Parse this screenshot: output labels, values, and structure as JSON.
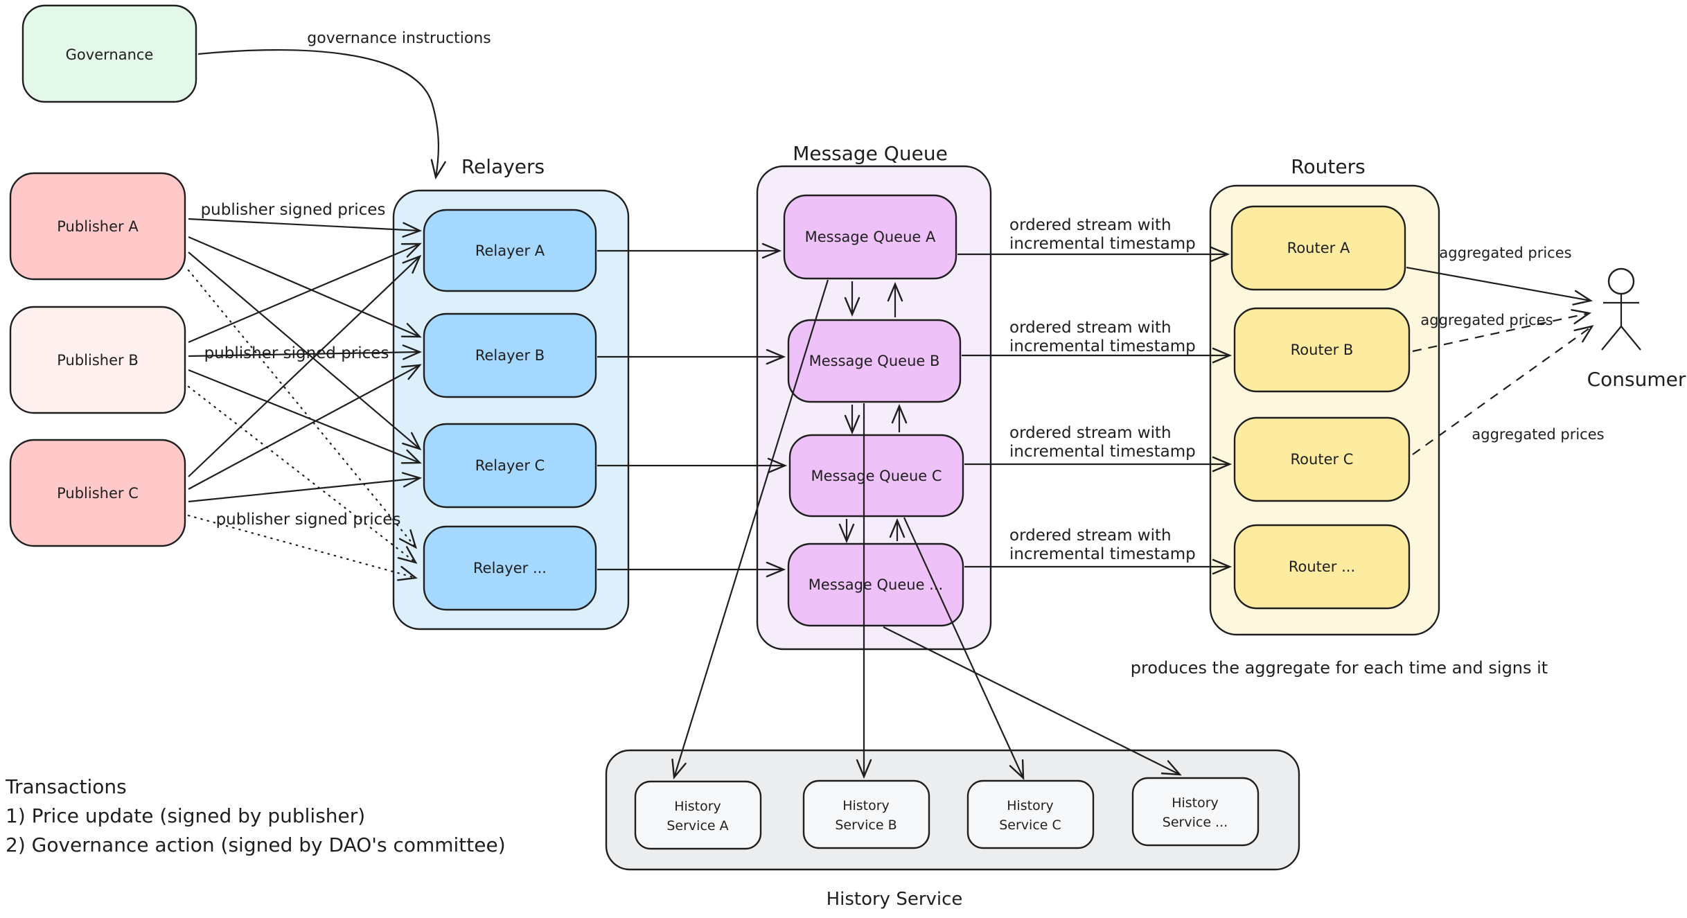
{
  "diagram": {
    "governance": {
      "label": "Governance"
    },
    "governance_arrow_label": "governance instructions",
    "publishers": [
      {
        "label": "Publisher A"
      },
      {
        "label": "Publisher B"
      },
      {
        "label": "Publisher C"
      }
    ],
    "publisher_arrow_label": "publisher signed prices",
    "relayers": {
      "title": "Relayers",
      "items": [
        {
          "label": "Relayer A"
        },
        {
          "label": "Relayer B"
        },
        {
          "label": "Relayer C"
        },
        {
          "label": "Relayer ..."
        }
      ]
    },
    "message_queue": {
      "title": "Message Queue",
      "items": [
        {
          "label": "Message Queue A"
        },
        {
          "label": "Message Queue B"
        },
        {
          "label": "Message Queue C"
        },
        {
          "label": "Message Queue ..."
        }
      ]
    },
    "routers": {
      "title": "Routers",
      "items": [
        {
          "label": "Router A"
        },
        {
          "label": "Router B"
        },
        {
          "label": "Router C"
        },
        {
          "label": "Router ..."
        }
      ]
    },
    "ordered_stream_label": {
      "line1": "ordered stream with",
      "line2": "incremental timestamp"
    },
    "aggregated_prices_label": "aggregated prices",
    "routers_note": "produces the aggregate for each time and signs it",
    "consumer": {
      "label": "Consumer"
    },
    "history_service": {
      "title": "History Service",
      "items": [
        {
          "line1": "History",
          "line2": "Service A"
        },
        {
          "line1": "History",
          "line2": "Service B"
        },
        {
          "line1": "History",
          "line2": "Service C"
        },
        {
          "line1": "History",
          "line2": "Service ..."
        }
      ]
    },
    "transactions": [
      "Transactions",
      "1) Price update (signed by publisher)",
      "2) Governance action (signed by DAO's committee)"
    ],
    "colors": {
      "stroke": "#1e1e1e",
      "governance_fill": "#e4f8e9",
      "publisher_strong_fill": "#ffc9c9",
      "publisher_light_fill": "#fdf0ef",
      "relayers_container_fill": "#ddeffb",
      "relayer_fill": "#a5d8ff",
      "mq_container_fill": "#f6edfb",
      "mq_fill": "#eec2f8",
      "routers_container_fill": "#fdf7dd",
      "router_fill": "#fdeb9f",
      "history_container_fill": "#ebedef",
      "history_fill": "#f7f8fa"
    }
  }
}
